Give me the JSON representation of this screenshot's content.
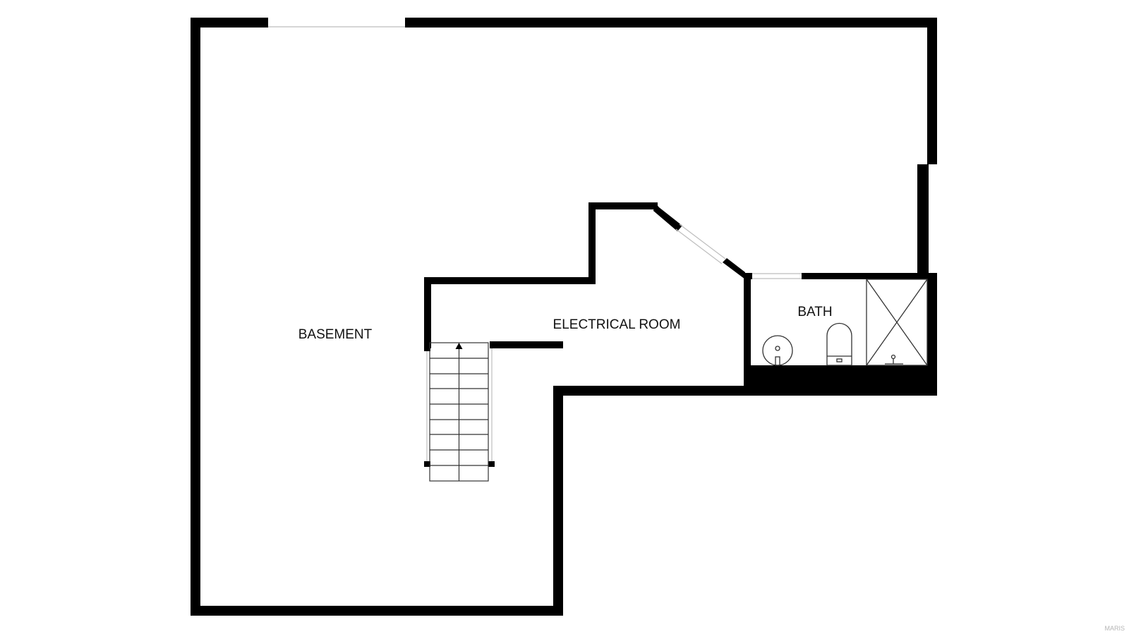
{
  "plan": {
    "rooms": [
      {
        "id": "basement",
        "label": "BASEMENT"
      },
      {
        "id": "electrical",
        "label": "ELECTRICAL ROOM"
      },
      {
        "id": "bath",
        "label": "BATH"
      }
    ],
    "watermark": "MARIS",
    "colors": {
      "wall": "#000000",
      "background": "#ffffff",
      "fixture_line": "#333333",
      "opening_line": "#bdbdbd"
    },
    "icons": {
      "stairs": "staircase-icon",
      "stair_arrow": "arrow-up-icon",
      "sink": "sink-icon",
      "toilet": "toilet-icon",
      "shower": "shower-icon"
    }
  }
}
